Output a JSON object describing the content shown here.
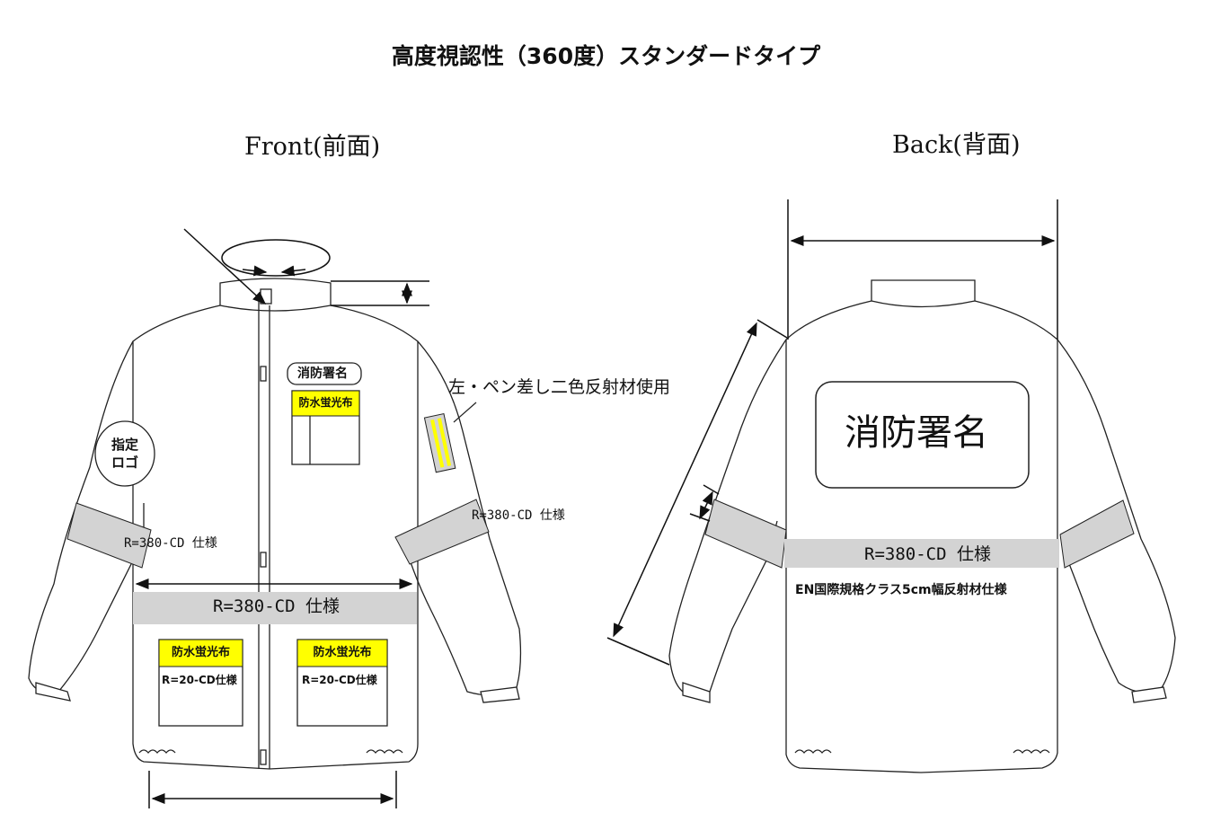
{
  "title": "高度視認性（360度）スタンダードタイプ",
  "front": {
    "heading": "Front(前面)",
    "chest_name": "消防署名",
    "chest_pocket_label": "防水蛍光布",
    "logo_label": "指定\nロゴ",
    "pen_note": "左・ペン差し二色反射材使用",
    "sleeve_band_left": "R=380-CD 仕様",
    "sleeve_band_right": "R=380-CD 仕様",
    "waist_band": "R=380-CD 仕様",
    "pocket_left": {
      "top": "防水蛍光布",
      "bottom": "R=20-CD仕様"
    },
    "pocket_right": {
      "top": "防水蛍光布",
      "bottom": "R=20-CD仕様"
    }
  },
  "back": {
    "heading": "Back(背面)",
    "name_panel": "消防署名",
    "waist_band": "R=380-CD 仕様",
    "en_note": "EN国際規格クラス5cm幅反射材仕様"
  },
  "colors": {
    "reflective_band": "#d3d3d3",
    "fluorescent_yellow": "#ffff00",
    "outline": "#222222"
  }
}
